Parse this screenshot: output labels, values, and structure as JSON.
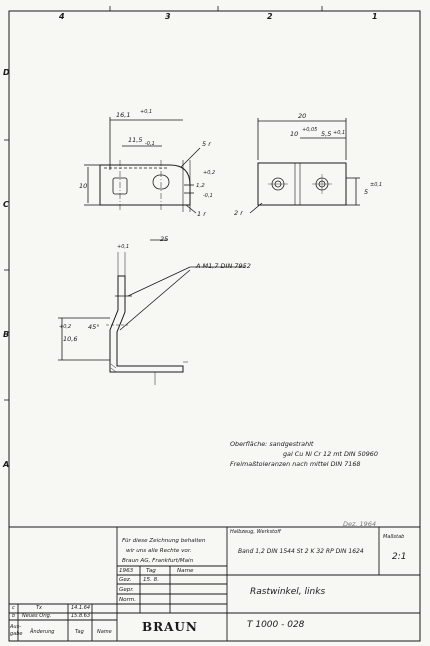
{
  "zones": {
    "top": [
      "4",
      "3",
      "2",
      "1"
    ],
    "left": [
      "D",
      "C",
      "B",
      "A"
    ]
  },
  "dimensions": {
    "overall_length": "16,1",
    "overall_length_tol": "+0,1",
    "slot_pos": "11,5",
    "slot_pos_tol": "-0,1",
    "bend_radius": "5 r",
    "height": "10",
    "thickness": "1,2",
    "thickness_tol": "+0,2",
    "thickness_tol2": "-0,1",
    "inner_radius": "1 r",
    "width": "20",
    "hole_pos": "10",
    "hole_pos_tol": "+0,05",
    "hole_spacing": "5,5",
    "hole_spacing_tol": "+0,1",
    "side_radius": "2 r",
    "edge_offset": "5",
    "edge_offset_tol": "±0,1",
    "spacing_25": "25",
    "flange_tol": "+0,1",
    "angle_dim": "45°",
    "flange_height": "10,6",
    "flange_height_tol": "+0,2",
    "rivet_callout": "A M1,7 DIN 7952"
  },
  "notes": {
    "line1": "Oberfläche: sandgestrahlt",
    "line2": "gal Cu Ni Cr 12 mt DIN 50960",
    "line3": "Freimaßtoleranzen nach mittel DIN 7168"
  },
  "titleblock": {
    "rights1": "Für diese Zeichnung behalten",
    "rights2": "wir uns alle Rechte vor.",
    "rights3": "Braun AG,  Frankfurt/Main",
    "material_label": "Halbzeug, Werkstoff",
    "material_value": "Band 1,2 DIN 1544 St 2 K 32 RP DIN 1624",
    "stamp_date": "Dez. 1964",
    "scale_label": "Maßstab",
    "scale_value": "2:1",
    "year": "1963",
    "col_day": "Tag",
    "col_name": "Name",
    "row_drawn": "Gez.",
    "drawn_date": "15. 8.",
    "row_checked": "Gepr.",
    "row_norm": "Norm.",
    "part_name": "Rastwinkel, links",
    "part_number": "T 1000 - 028",
    "logo": "BRAUN",
    "rev_c_letter": "c",
    "rev_c_text": "Tx",
    "rev_c_date": "14.1.64",
    "rev_b_letter": "b",
    "rev_b_text": "Neues Orig.",
    "rev_b_date": "15.8.63",
    "foot_issue": "Aus-\ngabe",
    "foot_change": "Änderung",
    "foot_day": "Tag",
    "foot_name": "Name"
  }
}
